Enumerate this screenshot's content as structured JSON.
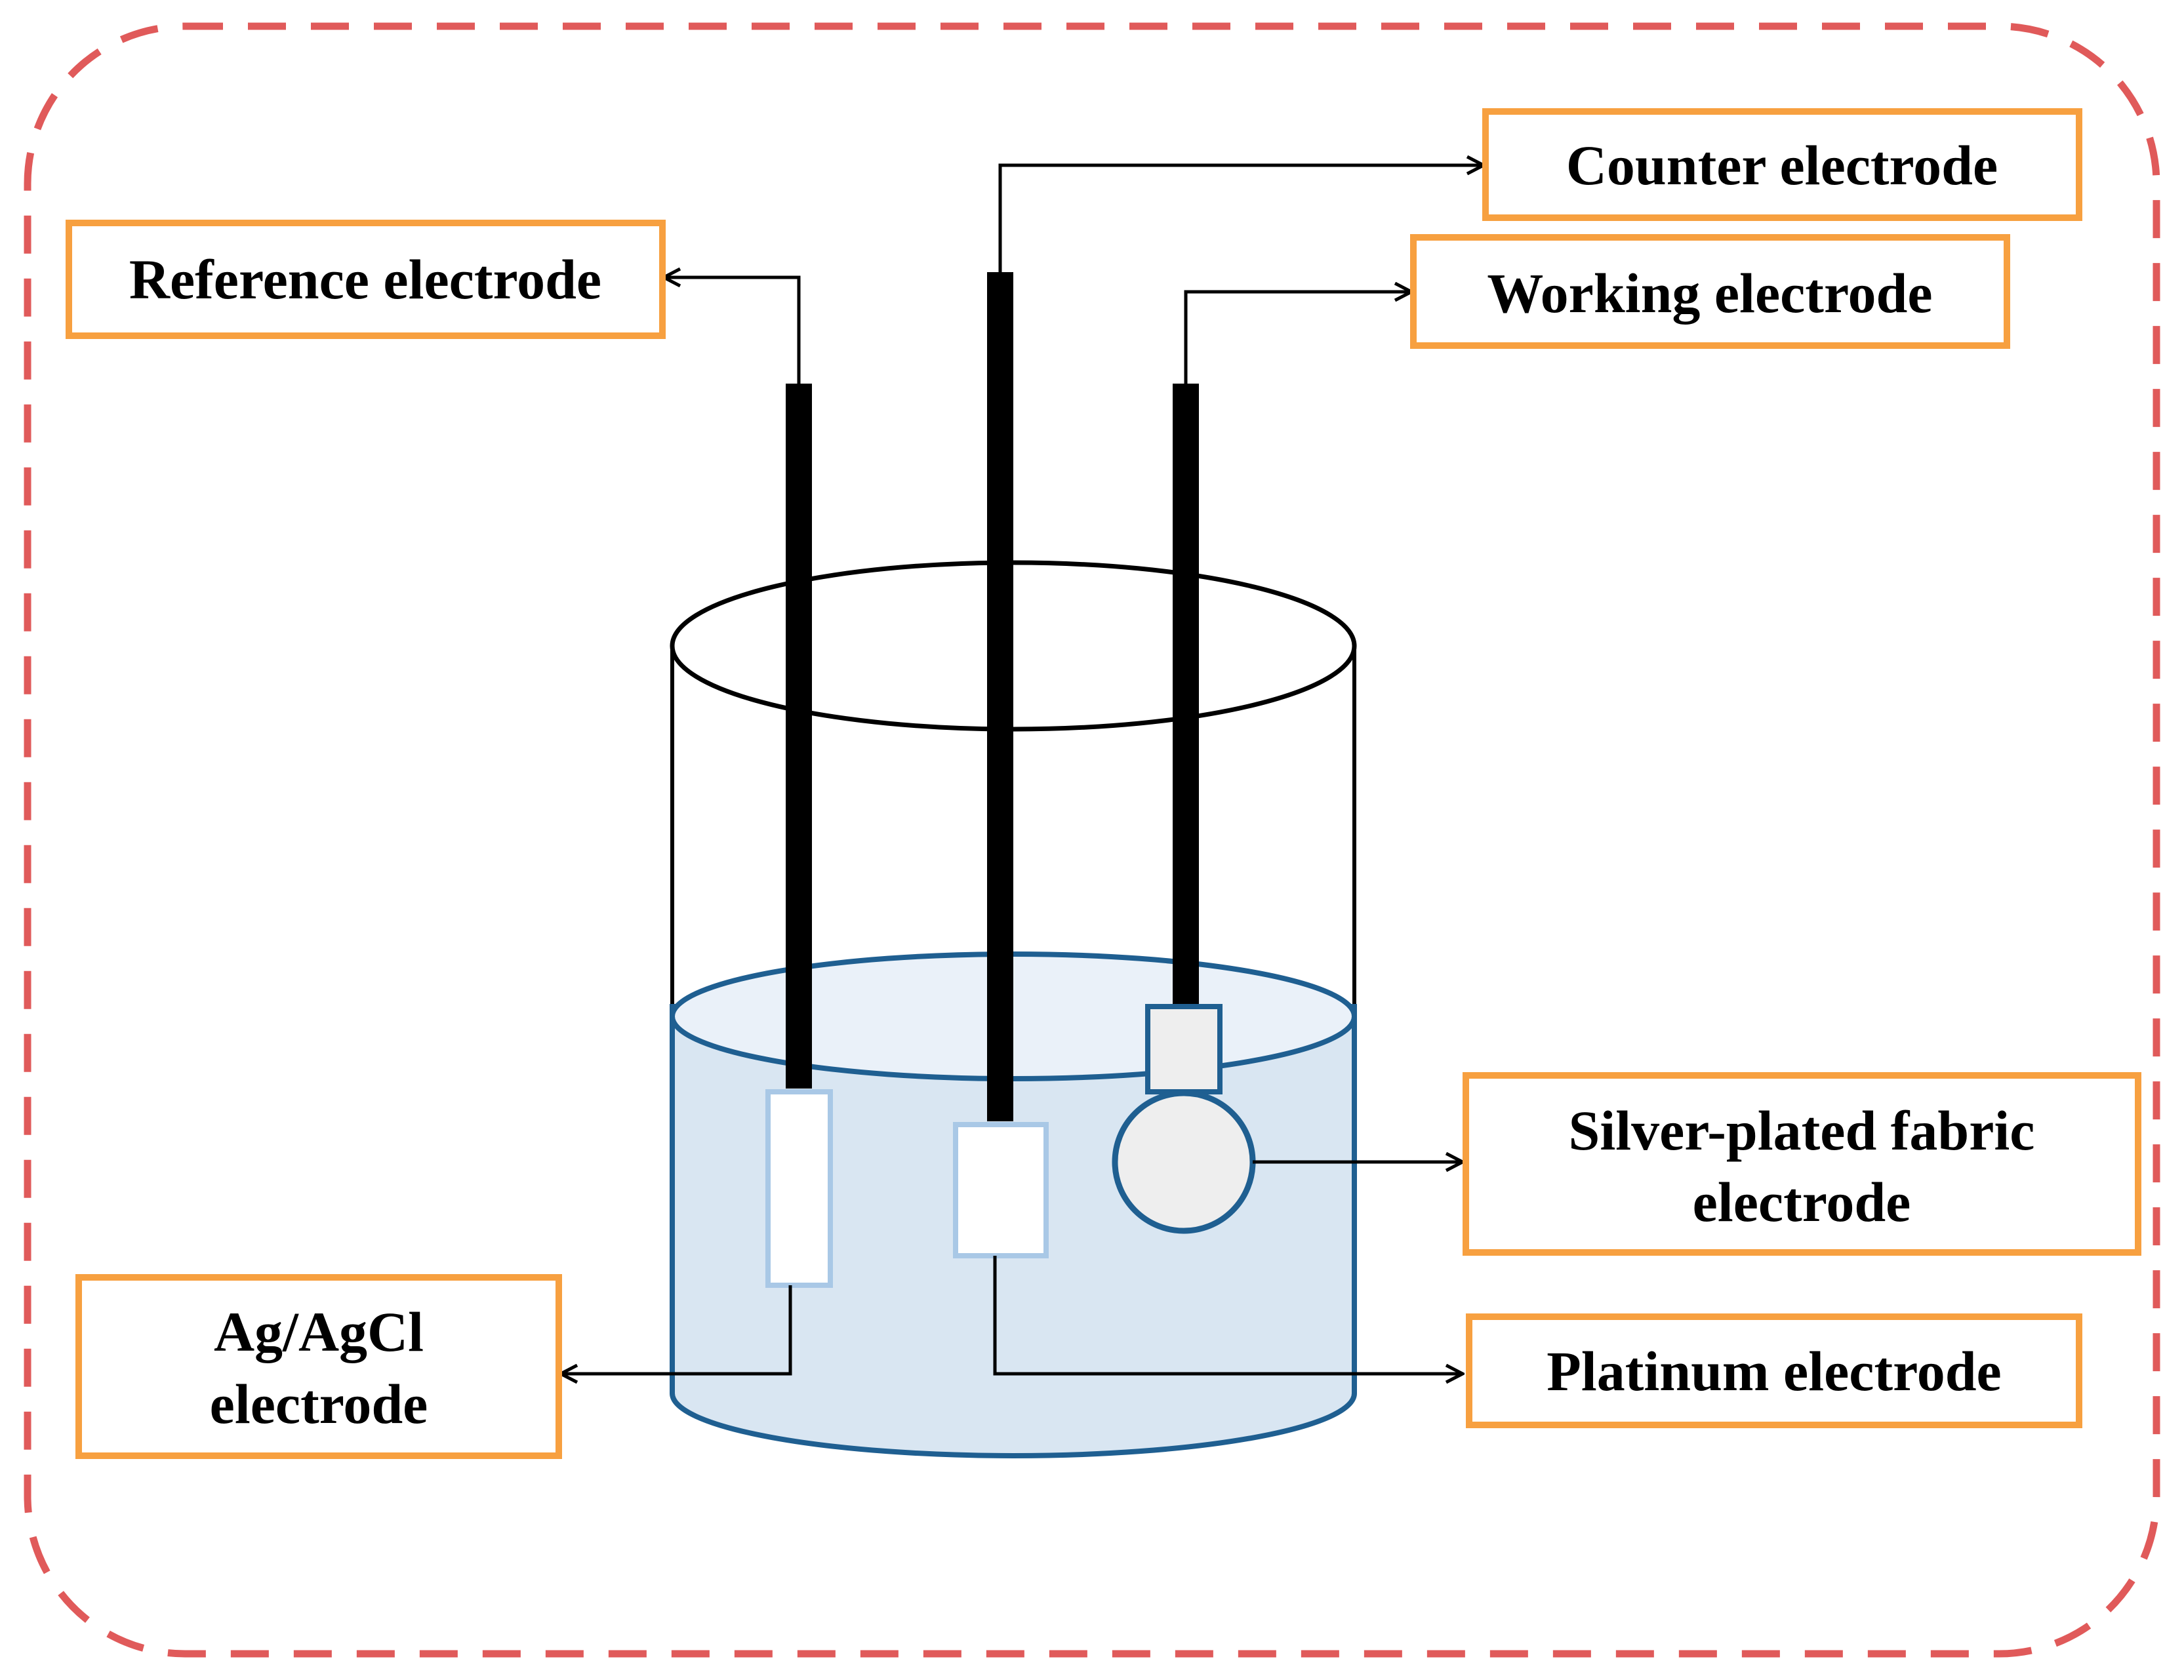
{
  "diagram": {
    "labels": {
      "counter": "Counter electrode",
      "reference": "Reference electrode",
      "working": "Working electrode",
      "silver_line1": "Silver-plated fabric",
      "silver_line2": "electrode",
      "agcl_line1": "Ag/AgCl",
      "agcl_line2": "electrode",
      "platinum": "Platinum electrode"
    },
    "colors": {
      "frame_dash": "#e05a5a",
      "label_border": "#f7a040",
      "liquid_fill": "#d9e6f2",
      "liquid_surface": "#eaf1f9",
      "liquid_stroke": "#1f5f91",
      "electrode_rod": "#000000",
      "tip_border": "#a9c8e6",
      "working_tip_fill": "#eeeeee"
    }
  }
}
